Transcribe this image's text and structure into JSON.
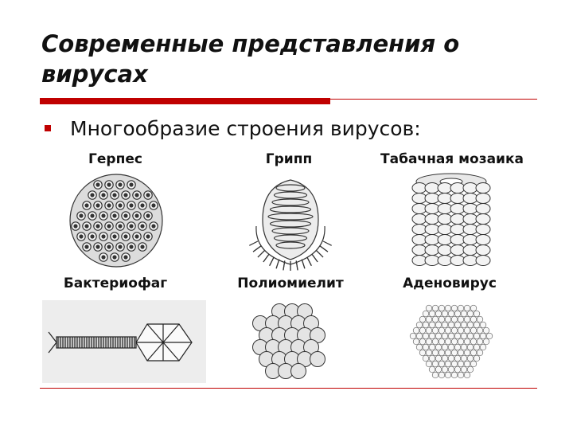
{
  "slide": {
    "title": "Современные представления о вирусах",
    "bullet": "Многообразие строения вирусов:"
  },
  "viruses": [
    {
      "label": "Герпес",
      "icon": "herpes-virus-icon"
    },
    {
      "label": "Грипп",
      "icon": "influenza-virus-icon"
    },
    {
      "label": "Табачная мозаика",
      "icon": "tobacco-mosaic-virus-icon"
    },
    {
      "label": "Бактериофаг",
      "icon": "bacteriophage-icon"
    },
    {
      "label": "Полиомиелит",
      "icon": "poliovirus-icon"
    },
    {
      "label": "Аденовирус",
      "icon": "adenovirus-icon"
    }
  ],
  "colors": {
    "accent": "#c00000",
    "bullet": "#c00000",
    "text": "#111111",
    "rule": "#c00000"
  }
}
